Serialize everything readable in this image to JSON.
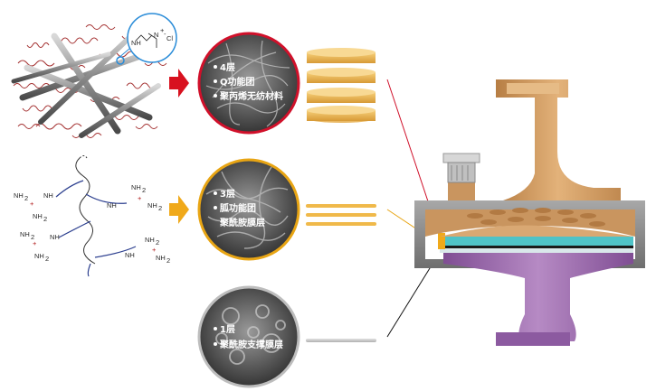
{
  "layers": [
    {
      "items": [
        "4层",
        "Q功能团",
        "聚丙烯无纺材料"
      ],
      "ring_color": "#d0102a",
      "arrow_color": "#d8111f",
      "disc_color": "#f0c05a",
      "disc_count": 4
    },
    {
      "items": [
        "3层",
        "胍功能团",
        "聚酰胺膜层"
      ],
      "ring_color": "#e8a514",
      "arrow_color": "#f0a91a",
      "disc_color": "#f0c05a",
      "disc_count": 3
    },
    {
      "items": [
        "1层",
        "聚酰胺支撑膜层"
      ],
      "ring_color": "#b5b5b5",
      "disc_color": "#cfcfcf",
      "disc_count": 1
    }
  ],
  "chemistry": {
    "quat_group": [
      "NH",
      "N",
      "+",
      "Cl",
      "-"
    ],
    "guanidine_nh": "NH",
    "guanidine_nh2": "NH",
    "guanidine_sub": "2",
    "plus": "+"
  },
  "colors": {
    "filter_body": "#c9955f",
    "filter_lower": "#9b6aa8",
    "housing_gray": "#8e8e8e",
    "membrane_cyan": "#4fc3c7"
  }
}
